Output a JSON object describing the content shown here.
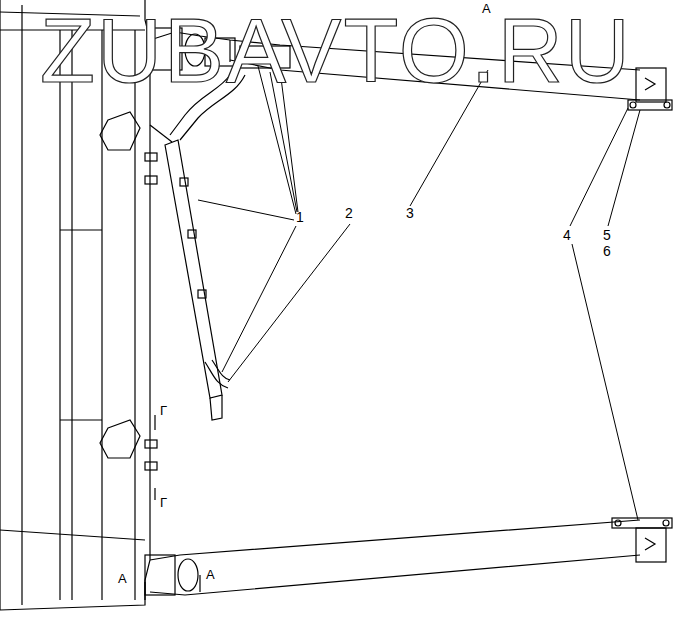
{
  "diagram": {
    "labels": [
      "ZUBAVTO.RU",
      "А",
      "1",
      "2",
      "3",
      "4",
      "5",
      "6",
      "Г",
      "Г",
      "А",
      "А"
    ]
  }
}
